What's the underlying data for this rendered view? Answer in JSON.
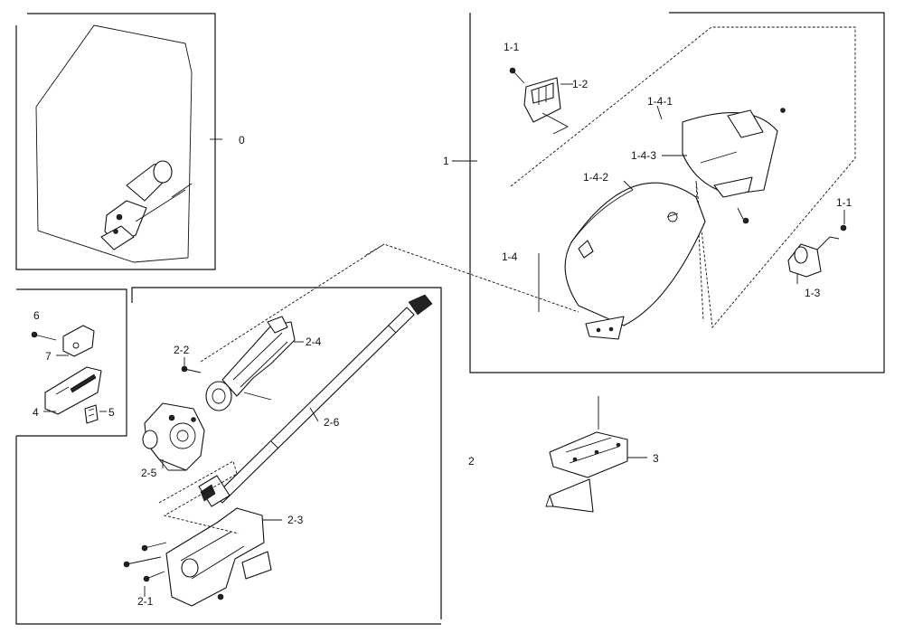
{
  "callouts": {
    "c0": "0",
    "c1": "1",
    "c1_1_top": "1-1",
    "c1_2": "1-2",
    "c1_4_1": "1-4-1",
    "c1_4_3": "1-4-3",
    "c1_4_2": "1-4-2",
    "c1_4": "1-4",
    "c1_1_right": "1-1",
    "c1_3": "1-3",
    "c2": "2",
    "c2_1": "2-1",
    "c2_2": "2-2",
    "c2_3": "2-3",
    "c2_4": "2-4",
    "c2_5": "2-5",
    "c2_6": "2-6",
    "c3": "3",
    "c4": "4",
    "c5": "5",
    "c6": "6",
    "c7": "7"
  }
}
